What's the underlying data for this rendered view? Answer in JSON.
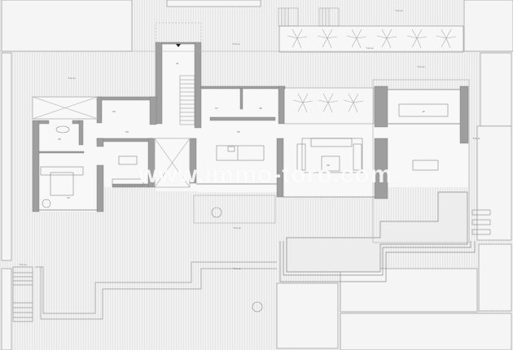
{
  "drawing": {
    "type": "architectural floor plan",
    "watermark": "www.immo-toro.com",
    "colors": {
      "background": "#f3f3f3",
      "walls": "#9a9a9a",
      "lines": "#8c8c8c",
      "pool": "#eeeeee",
      "deck_hatch": "#dcdcdc"
    }
  },
  "labels": {
    "terrace_upper_left": "T-xx.xx",
    "terrace_upper_mid": "T-xx.xx",
    "terrace_top_right": "T-xx.xx",
    "planter_top": "T-xx.xx",
    "terrace_right_mid": "T-xx.xx",
    "terrace_east": "T-xx.xx",
    "terrace_south": "T-xx.xx",
    "terrace_south_lower": "T-xx.xx",
    "terrace_west_stairs": "T-xx.xx",
    "room_entrance": "01",
    "room_02": "02",
    "room_03": "03",
    "room_04": "04",
    "room_05": "05",
    "room_06": "06",
    "room_07": "07",
    "room_08": "08",
    "room_09": "09",
    "room_10": "10"
  }
}
